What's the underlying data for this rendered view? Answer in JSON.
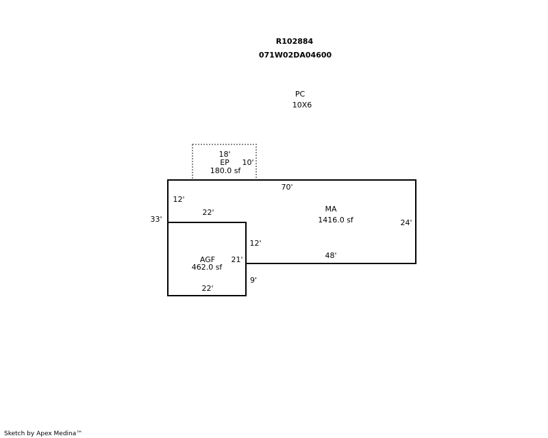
{
  "header": {
    "account": "R102884",
    "parcel": "071W02DA04600"
  },
  "pc": {
    "label": "PC",
    "size": "10X6"
  },
  "areas": {
    "ep": {
      "label": "EP",
      "area": "180.0 sf",
      "top": "18'",
      "right": "10'"
    },
    "ma": {
      "label": "MA",
      "area": "1416.0 sf",
      "top": "70'",
      "left_upper": "12'",
      "inner_top": "22'",
      "left_total": "33'",
      "right": "24'",
      "inner_right": "12'",
      "bottom": "48'"
    },
    "agf": {
      "label": "AGF",
      "area": "462.0 sf",
      "right": "21'",
      "right_lower": "9'",
      "bottom": "22'"
    }
  },
  "footer": {
    "credit": "Sketch by Apex Medina™"
  }
}
